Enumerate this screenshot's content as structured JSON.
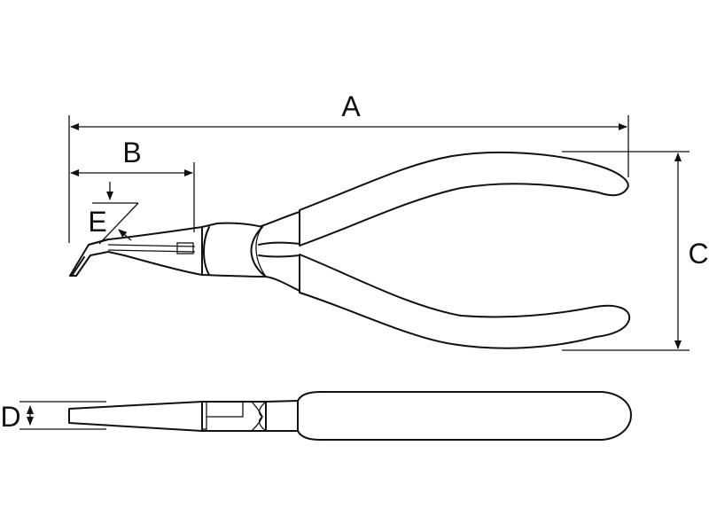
{
  "labels": {
    "a": "A",
    "b": "B",
    "c": "C",
    "d": "D",
    "e": "E"
  },
  "colors": {
    "line": "#111111",
    "background": "#ffffff"
  }
}
